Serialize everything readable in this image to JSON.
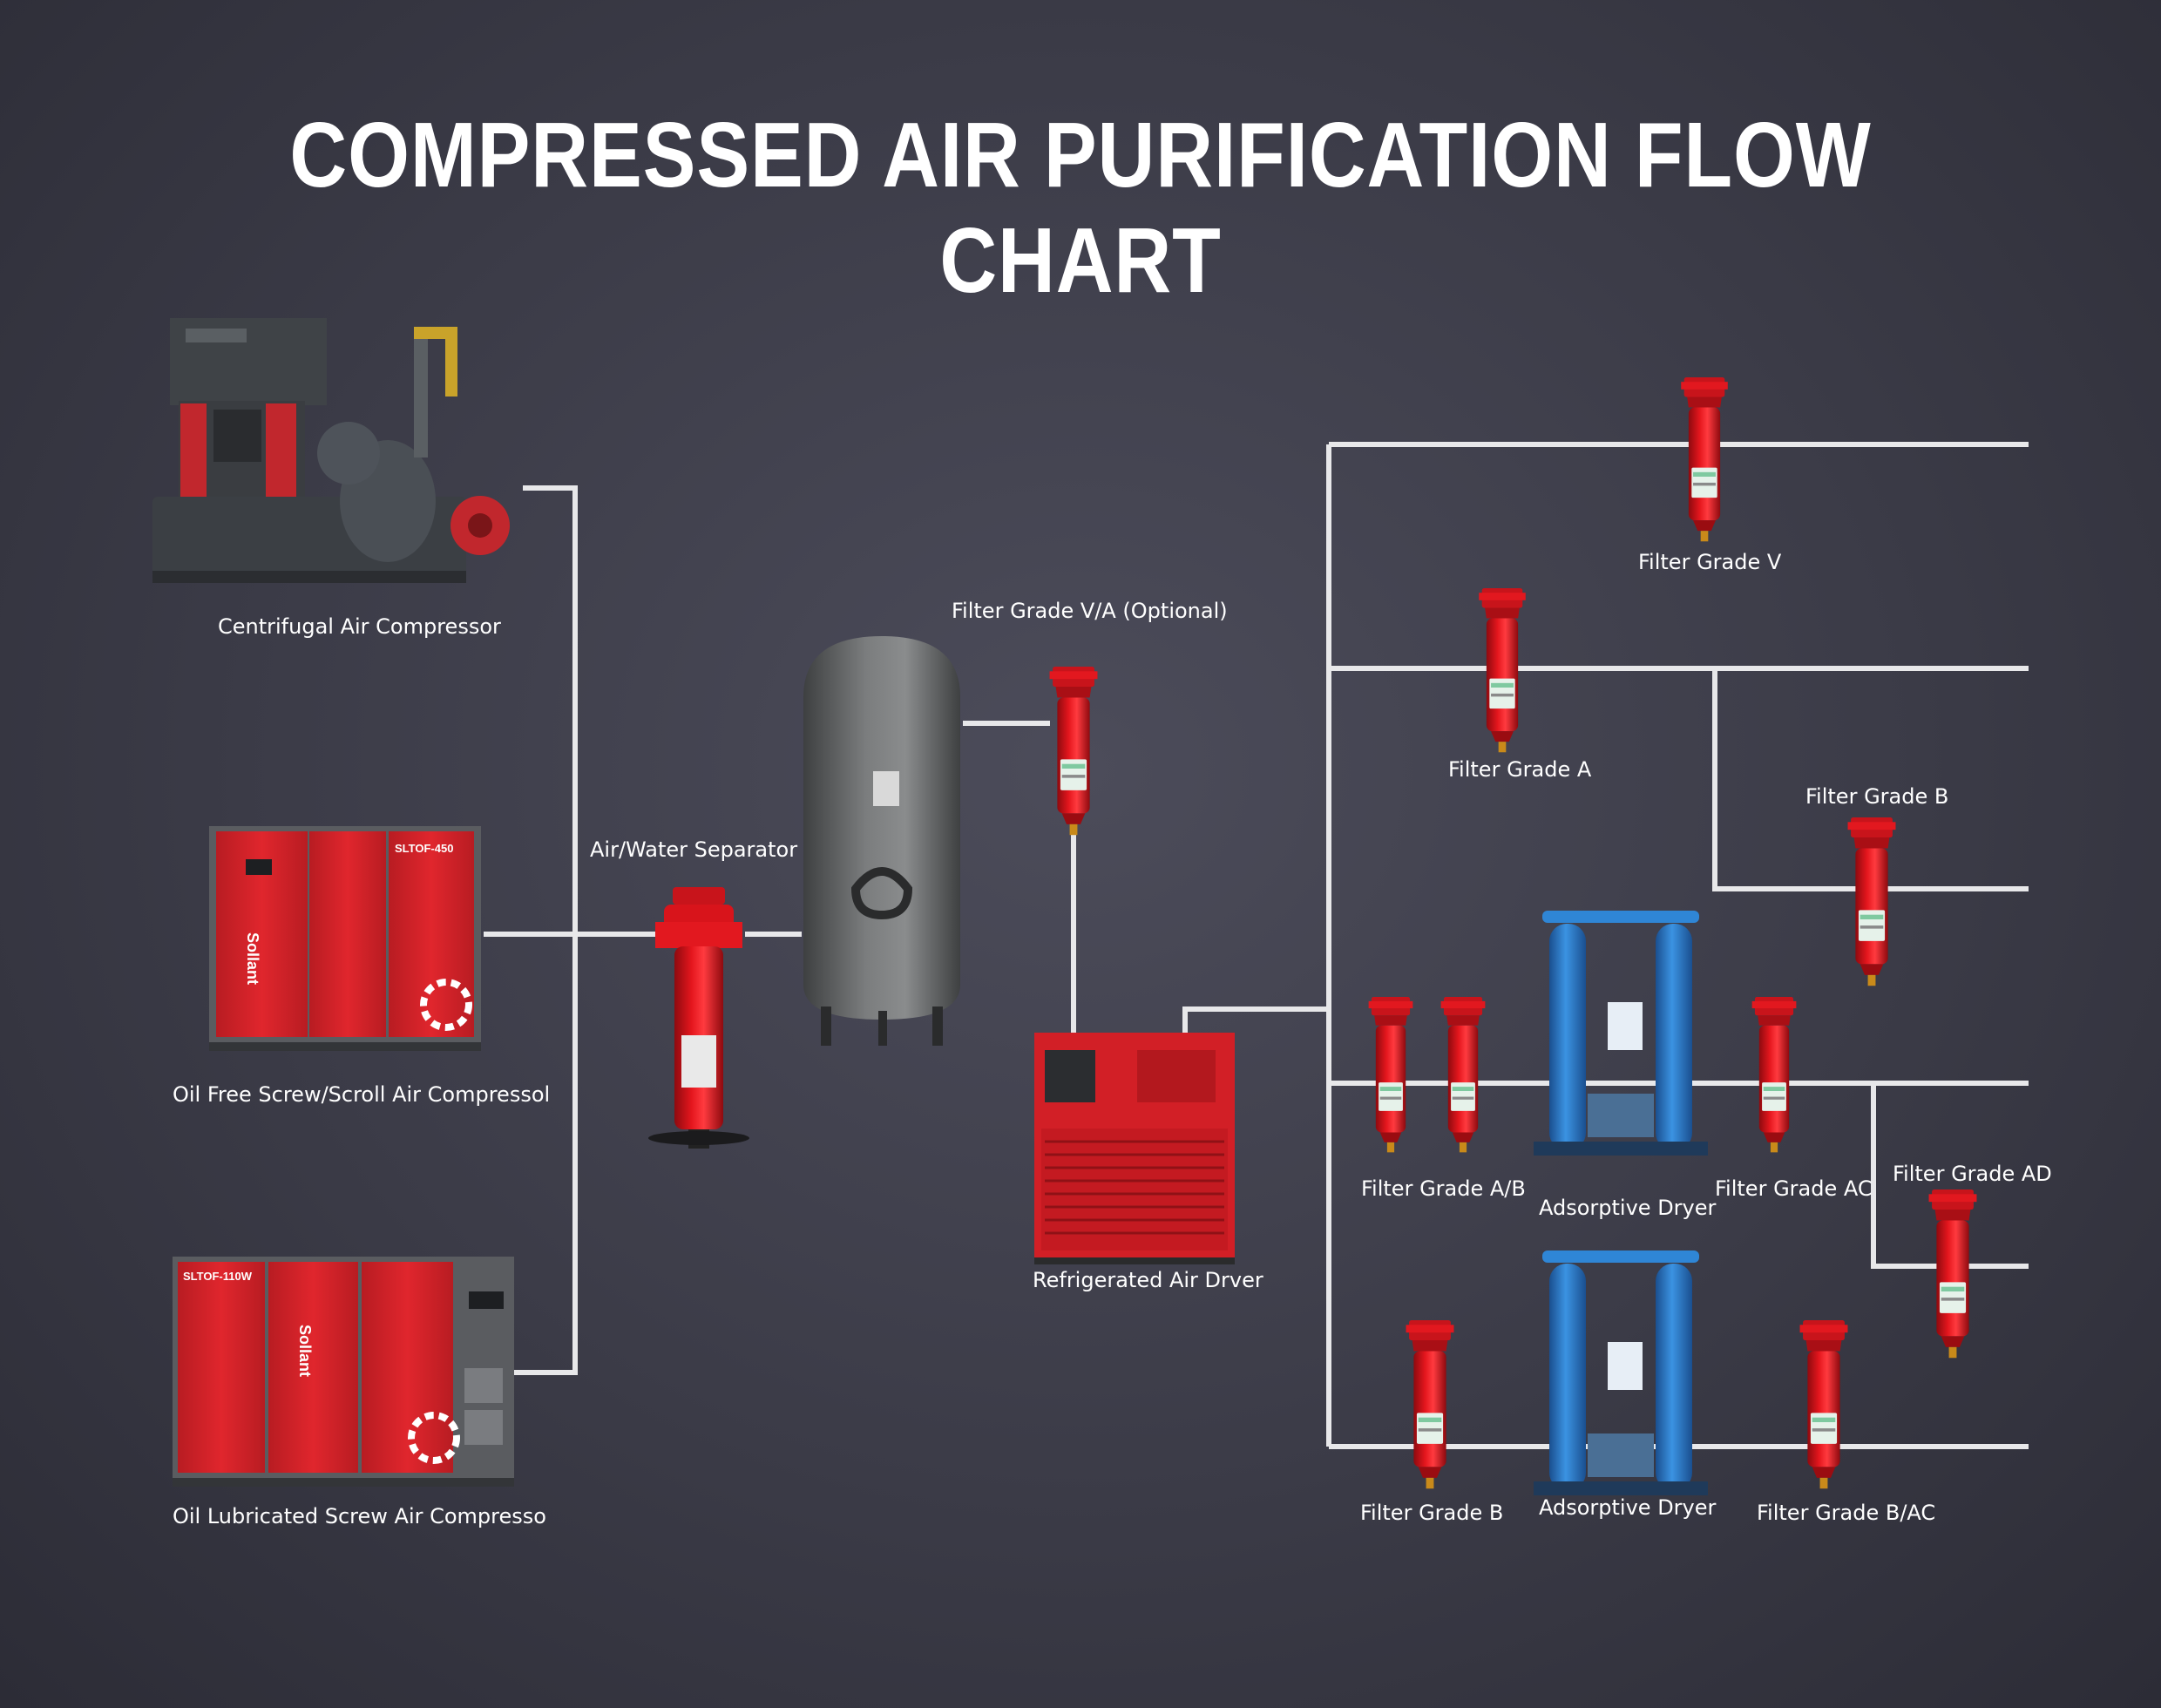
{
  "title": "COMPRESSED AIR PURIFICATION FLOW CHART",
  "brand": "Sollant",
  "compressors": {
    "centrifugal": "Centrifugal Air Compressor",
    "oil_free": "Oil Free Screw/Scroll Air Compressol",
    "oil_lubricated": "Oil Lubricated Screw Air Compresso",
    "oil_free_model": "SLTOF-450",
    "oil_lubricated_model": "SLTOF-110W"
  },
  "separator": "Air/Water Separator",
  "filter_optional": "Filter Grade V/A (Optional)",
  "dryer": "Refrigerated Air Drver",
  "branches": {
    "filter_v": "Filter Grade V",
    "filter_a": "Filter Grade A",
    "filter_b_top": "Filter Grade B",
    "filter_ab": "Filter Grade A/B",
    "adsorptive_dryer_1": "Adsorptive Dryer",
    "filter_ac": "Filter Grade AC",
    "filter_ad": "Filter Grade AD",
    "filter_b_bottom": "Filter Grade B",
    "adsorptive_dryer_2": "Adsorptive Dryer",
    "filter_bac": "Filter Grade B/AC"
  },
  "colors": {
    "pipe": "#e8e8ea",
    "filter_red": "#d8121a",
    "compressor_red": "#d6252c",
    "tank_gray": "#6d6f70",
    "dryer_blue": "#2f86d6"
  }
}
